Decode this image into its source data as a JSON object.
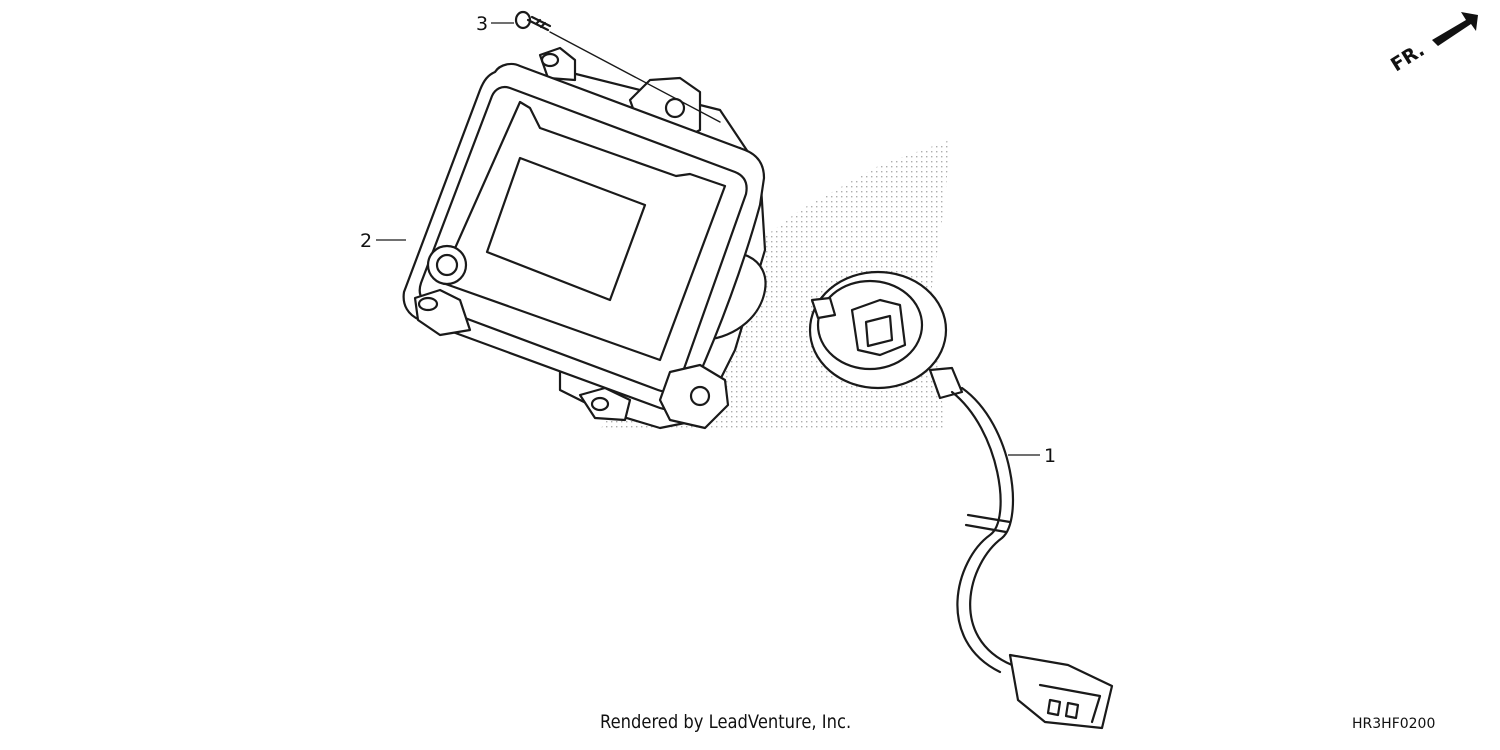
{
  "diagram": {
    "callouts": [
      {
        "id": "1",
        "label": "1"
      },
      {
        "id": "2",
        "label": "2"
      },
      {
        "id": "3",
        "label": "3"
      }
    ],
    "direction_label": "FR.",
    "footer_credit": "Rendered by LeadVenture, Inc.",
    "footer_code": "HR3HF0200"
  }
}
